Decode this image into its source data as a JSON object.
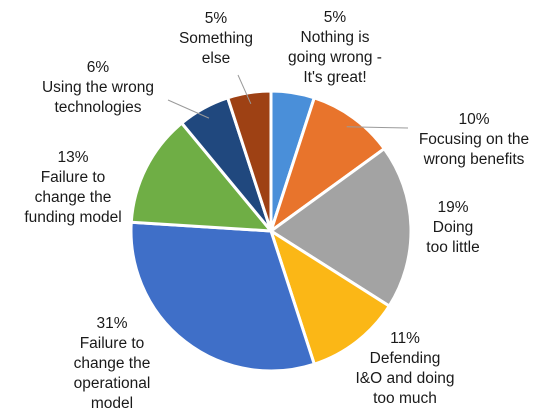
{
  "chart_data": {
    "type": "pie",
    "title": "",
    "slices": [
      {
        "label": "Nothing is going wrong - It's great!",
        "value": 5,
        "color": "#4a8fd9",
        "label_lines": [
          "5%",
          "Nothing is",
          "going wrong -",
          "It's great!"
        ]
      },
      {
        "label": "Focusing on the wrong benefits",
        "value": 10,
        "color": "#e8742c",
        "label_lines": [
          "10%",
          "Focusing on the",
          "wrong benefits"
        ]
      },
      {
        "label": "Doing too little",
        "value": 19,
        "color": "#a3a3a3",
        "label_lines": [
          "19%",
          "Doing",
          "too little"
        ]
      },
      {
        "label": "Defending I&O and doing too much",
        "value": 11,
        "color": "#fbb716",
        "label_lines": [
          "11%",
          "Defending",
          "I&O and doing",
          "too much"
        ]
      },
      {
        "label": "Failure to change the operational model",
        "value": 31,
        "color": "#3f6fc8",
        "label_lines": [
          "31%",
          "Failure to",
          "change the",
          "operational",
          "model"
        ]
      },
      {
        "label": "Failure to change the funding model",
        "value": 13,
        "color": "#6fae45",
        "label_lines": [
          "13%",
          "Failure to",
          "change the",
          "funding model"
        ]
      },
      {
        "label": "Using the wrong technologies",
        "value": 6,
        "color": "#20487e",
        "label_lines": [
          "6%",
          "Using the wrong",
          "technologies"
        ]
      },
      {
        "label": "Something else",
        "value": 5,
        "color": "#9e4114",
        "label_lines": [
          "5%",
          "Something",
          "else"
        ]
      }
    ]
  }
}
